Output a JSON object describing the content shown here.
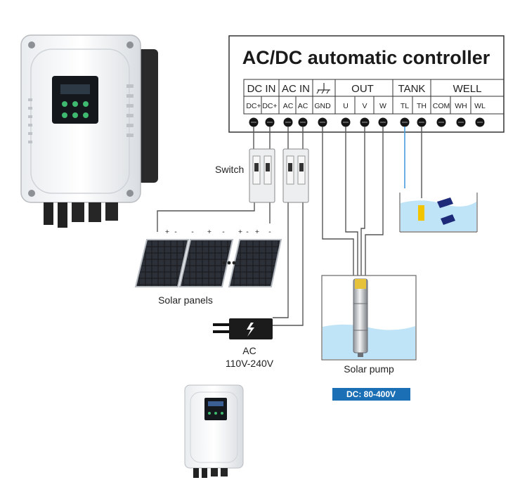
{
  "controller": {
    "title": "AC/DC automatic controller",
    "groups": [
      "DC IN",
      "AC IN",
      "OUT",
      "TANK",
      "WELL"
    ],
    "terminals": [
      "DC+",
      "DC+",
      "AC",
      "AC",
      "GND",
      "U",
      "V",
      "W",
      "TL",
      "TH",
      "COM",
      "WH",
      "WL"
    ]
  },
  "switch_label": "Switch",
  "solar": {
    "label": "Solar panels",
    "polarity": [
      "+",
      "-",
      "-",
      "+",
      "-",
      "+",
      "-",
      "+",
      "-"
    ]
  },
  "ac_plug": {
    "label_line1": "AC",
    "label_line2": "110V-240V"
  },
  "pump": {
    "label": "Solar pump"
  },
  "badge": {
    "text": "DC: 80-400V",
    "color": "#1a6fb5"
  },
  "colors": {
    "tank_water": "#bfe3f7",
    "float_switch": "#f2c400",
    "wire": "#555555"
  }
}
